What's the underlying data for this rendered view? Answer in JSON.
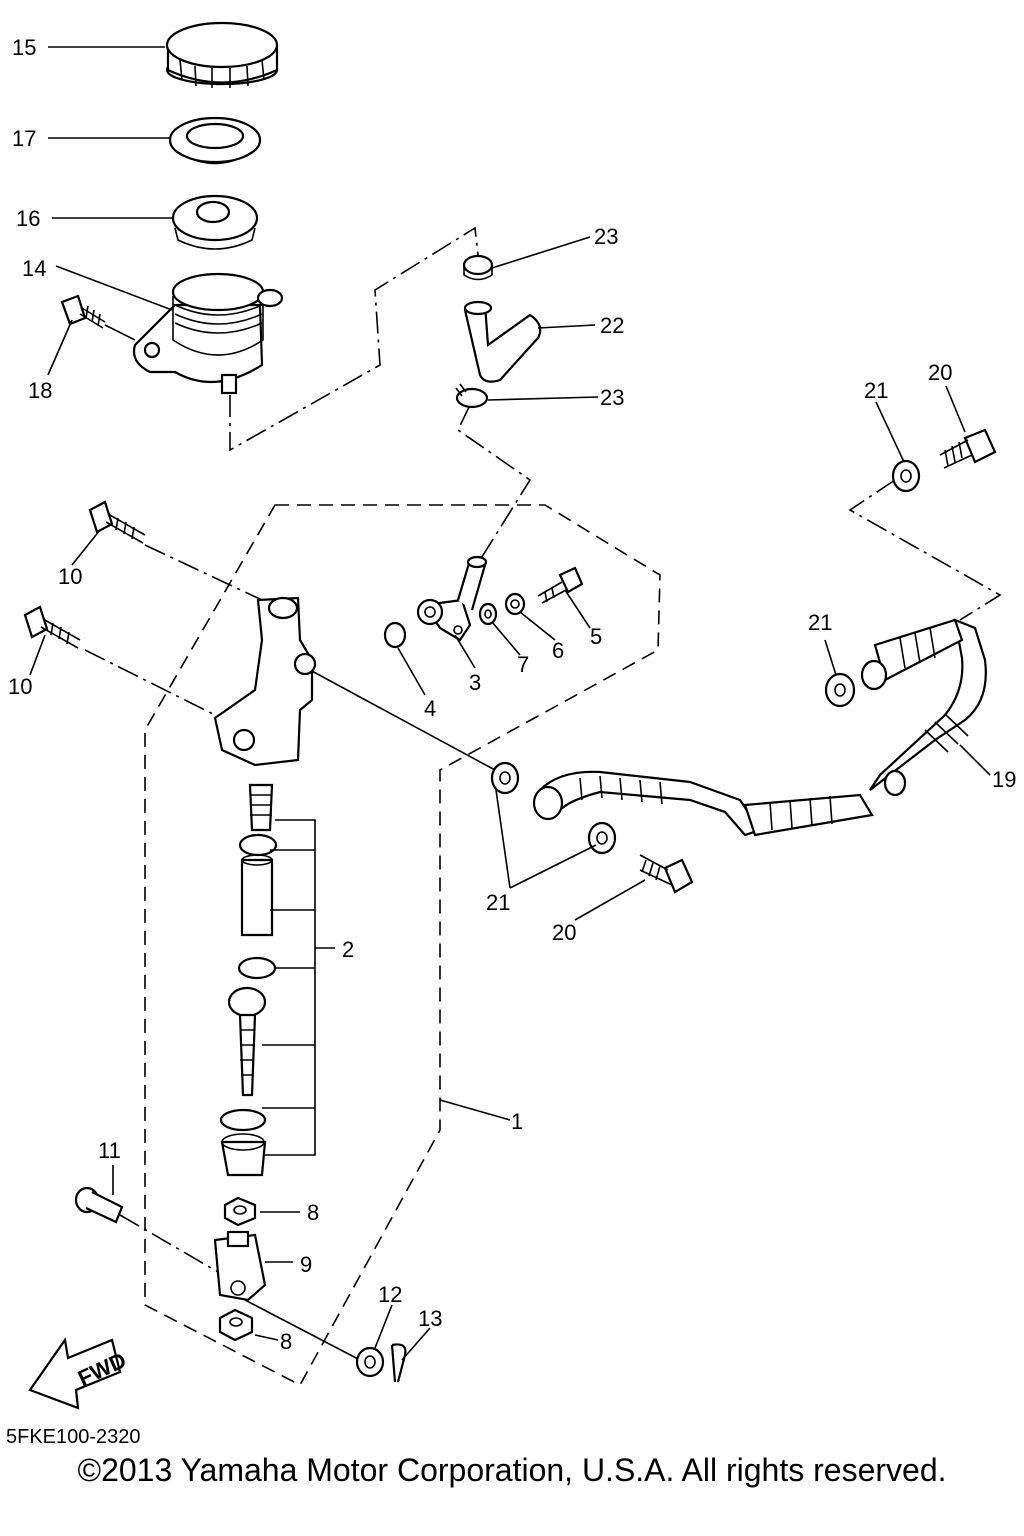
{
  "labels": {
    "p1": "1",
    "p2": "2",
    "p3": "3",
    "p4": "4",
    "p5": "5",
    "p6": "6",
    "p7": "7",
    "p8a": "8",
    "p8b": "8",
    "p9": "9",
    "p10a": "10",
    "p10b": "10",
    "p11": "11",
    "p12": "12",
    "p13": "13",
    "p14": "14",
    "p15": "15",
    "p16": "16",
    "p17": "17",
    "p18": "18",
    "p19": "19",
    "p20a": "20",
    "p20b": "20",
    "p21a": "21",
    "p21b": "21",
    "p21c": "21",
    "p22": "22",
    "p23a": "23",
    "p23b": "23"
  },
  "fwd_label": "FWD",
  "diagram_code": "5FKE100-2320",
  "copyright": "©2013 Yamaha Motor Corporation, U.S.A. All rights reserved."
}
